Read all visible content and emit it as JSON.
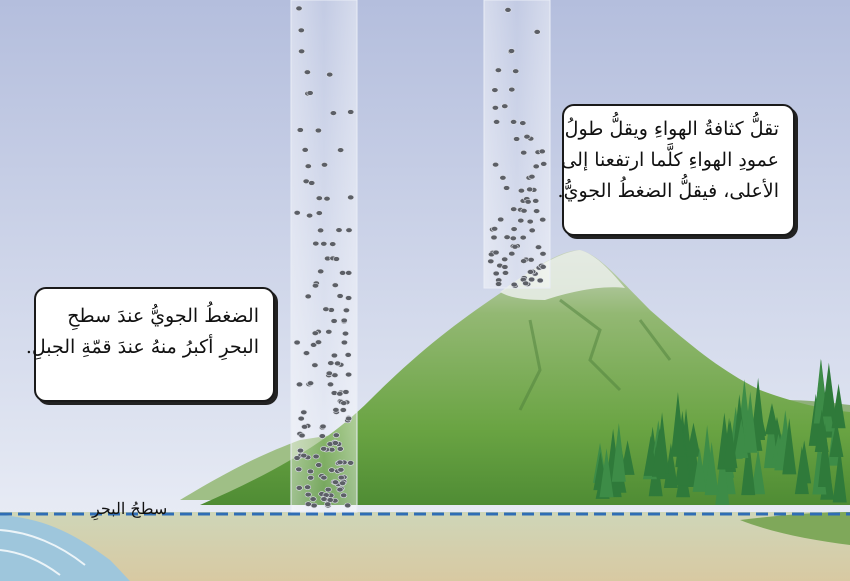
{
  "callouts": {
    "top_right": [
      "تقلُّ كثافةُ الهواءِ ويقلُّ طولُ",
      "عمودِ الهواءِ كلَّما ارتفعنا إلى",
      "الأعلى، فيقلُّ الضغطُ الجويُّ."
    ],
    "left": [
      "الضغطُ الجويُّ عندَ سطحِ",
      "البحرِ أكبرُ منهُ عندَ قمّةِ الجبلِ."
    ]
  },
  "sea_level_label": "سطحُ البحرِ",
  "colors": {
    "sky_top": "#b4bedd",
    "sky_bottom": "#eef1f8",
    "sea_level_line": "#2f6db5",
    "mountain_green": "#6fa84a",
    "forest": "#2f7a3a",
    "beach": "#d9cfb0",
    "water": "#9ec6dc",
    "particle": "#5c5f66"
  },
  "icons": [
    "air-column-particles",
    "mountain",
    "forest",
    "sea-water"
  ]
}
